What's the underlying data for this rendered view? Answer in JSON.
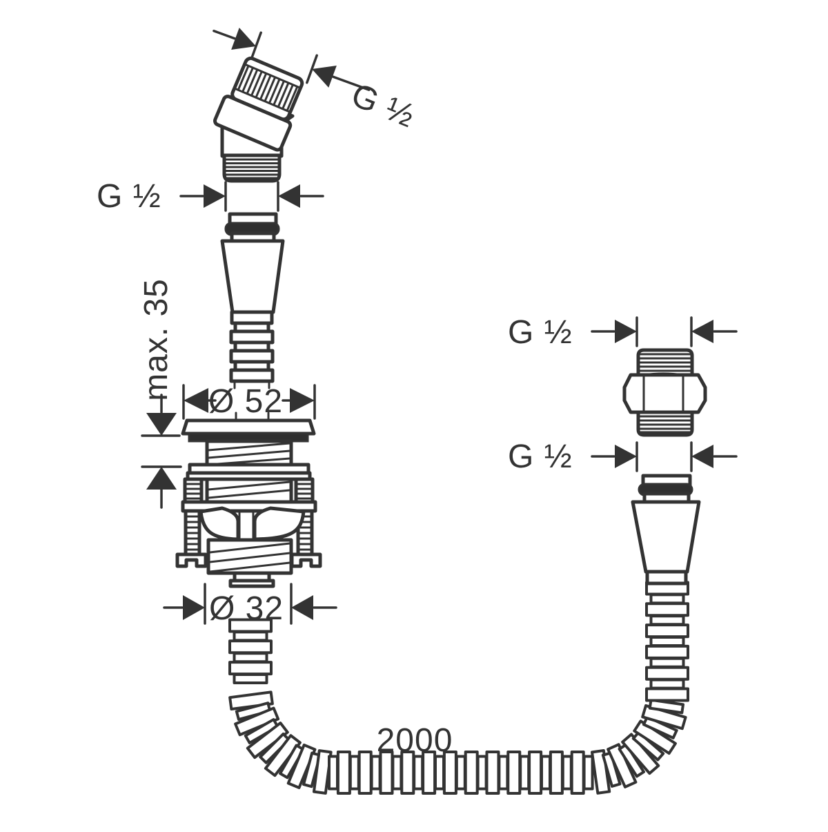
{
  "diagram": {
    "type": "technical-dimension-drawing",
    "background": "#ffffff",
    "line_color": "#333333",
    "labels": {
      "top_thread": "G ½",
      "left_thread": "G ½",
      "max_mounting_depth": "max. 35",
      "escutcheon_diameter": "Ø 52",
      "mounting_hole_diameter": "Ø 32",
      "union_top_thread": "G ½",
      "union_bottom_thread": "G ½",
      "hose_length": "2000"
    }
  }
}
